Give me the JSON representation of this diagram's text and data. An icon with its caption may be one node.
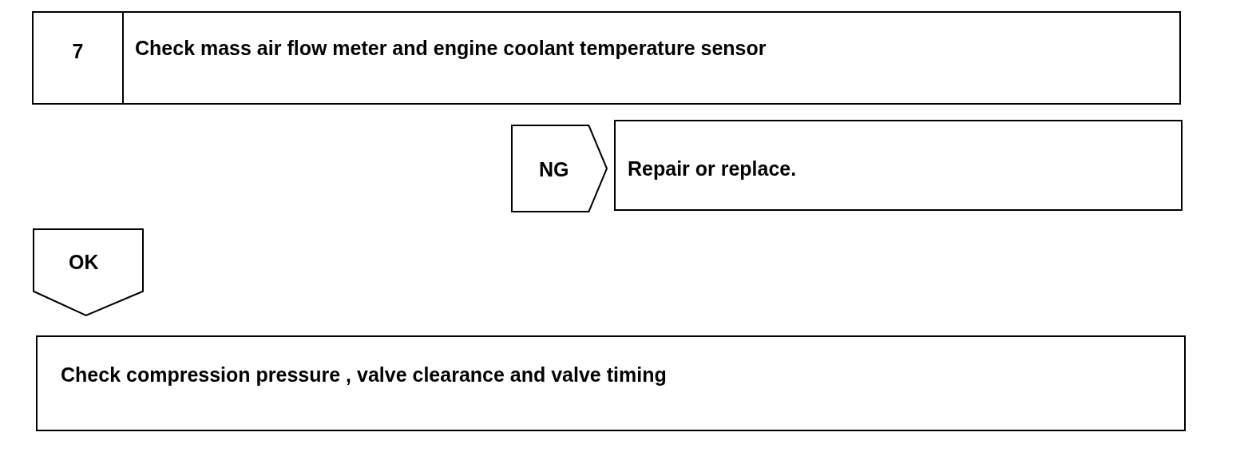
{
  "diagram": {
    "nodes": [
      {
        "text": [
          "7",
          "Check mass air flow meter and engine coolant temperature sensor"
        ]
      },
      {
        "text": [
          "NG"
        ]
      },
      {
        "text": [
          "Repair or replace."
        ]
      },
      {
        "text": [
          "OK"
        ]
      },
      {
        "text": [
          "Check compression pressure , valve clearance and valve timing"
        ]
      }
    ]
  }
}
